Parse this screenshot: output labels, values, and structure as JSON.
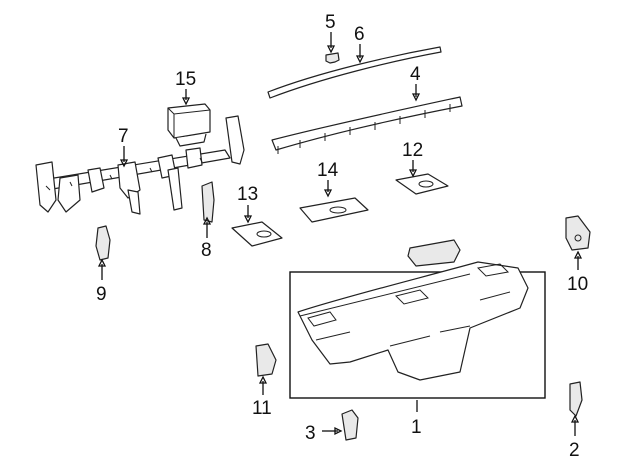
{
  "callouts": [
    {
      "id": "c1",
      "number": "1",
      "part": "instrument-panel"
    },
    {
      "id": "c2",
      "number": "2",
      "part": "side-bracket-lower-right"
    },
    {
      "id": "c3",
      "number": "3",
      "part": "retainer-clip"
    },
    {
      "id": "c4",
      "number": "4",
      "part": "defroster-nozzle"
    },
    {
      "id": "c5",
      "number": "5",
      "part": "clip"
    },
    {
      "id": "c6",
      "number": "6",
      "part": "defroster-garnish"
    },
    {
      "id": "c7",
      "number": "7",
      "part": "reinforcement-beam"
    },
    {
      "id": "c8",
      "number": "8",
      "part": "support-bracket"
    },
    {
      "id": "c9",
      "number": "9",
      "part": "side-bracket-left"
    },
    {
      "id": "c10",
      "number": "10",
      "part": "side-cover-right"
    },
    {
      "id": "c11",
      "number": "11",
      "part": "side-cover-left"
    },
    {
      "id": "c12",
      "number": "12",
      "part": "mounting-plate-right"
    },
    {
      "id": "c13",
      "number": "13",
      "part": "mounting-plate-left"
    },
    {
      "id": "c14",
      "number": "14",
      "part": "center-plate"
    },
    {
      "id": "c15",
      "number": "15",
      "part": "air-bag-module"
    }
  ],
  "colors": {
    "line": "#222222",
    "background": "#ffffff",
    "fill_shade": "#e9e9e9"
  }
}
